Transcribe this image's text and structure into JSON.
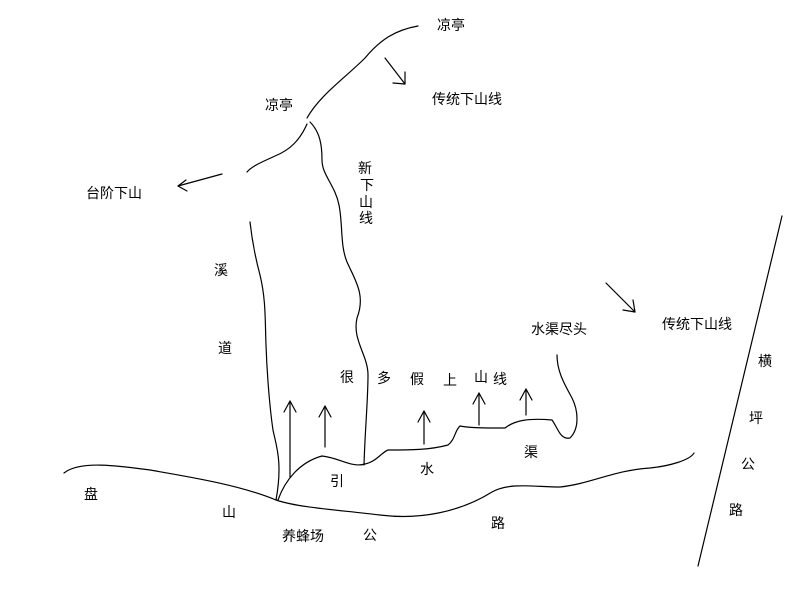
{
  "labels": {
    "pavilion_top": "凉亭",
    "pavilion_mid": "凉亭",
    "traditional_descent_top": "传统下山线",
    "stairs_descent": "台阶下山",
    "new_descent": "新下山线",
    "stream_path": "溪道",
    "false_trails": "很多假上山线",
    "canal_end": "水渠尽头",
    "traditional_descent_right": "传统下山线",
    "hengping_road": "横坪公路",
    "panshan_road": "盘山公路",
    "diversion_canal": "引水渠",
    "bee_farm": "养蜂场"
  },
  "chars": {
    "new_1": "新",
    "new_2": "下",
    "new_3": "山",
    "new_4": "线",
    "stream_1": "溪",
    "stream_2": "道",
    "false_1": "很",
    "false_2": "多",
    "false_3": "假",
    "false_4": "上",
    "false_5": "山",
    "false_6": "线",
    "heng_1": "横",
    "heng_2": "坪",
    "heng_3": "公",
    "heng_4": "路",
    "pan_1": "盘",
    "pan_2": "山",
    "pan_3": "公",
    "pan_4": "路",
    "canal_1": "引",
    "canal_2": "水",
    "canal_3": "渠"
  },
  "colors": {
    "ink": "#000000",
    "background": "#ffffff"
  }
}
